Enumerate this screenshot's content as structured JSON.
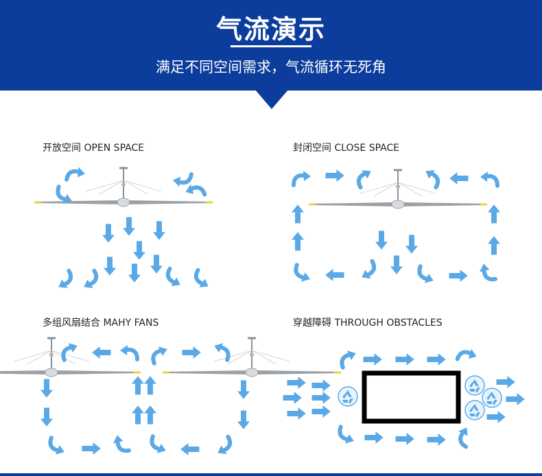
{
  "header": {
    "title": "气流演示",
    "subtitle": "满足不同空间需求，气流循环无死角",
    "background": "#0c3d9c"
  },
  "panels": [
    {
      "id": "open-space",
      "caption": "开放空间  OPEN SPACE"
    },
    {
      "id": "close-space",
      "caption": "封闭空间  CLOSE SPACE"
    },
    {
      "id": "many-fans",
      "caption": "多组风扇结合  MAHY FANS"
    },
    {
      "id": "through-obstacles",
      "caption": "穿越障碍  THROUGH OBSTACLES"
    }
  ],
  "icons": [
    "ceiling-fan-icon",
    "airflow-arrow-icon",
    "curved-airflow-arrow-icon",
    "recycle-icon"
  ],
  "colors": {
    "arrow": "#5aa9e6",
    "blade": "#9aa0a6",
    "blade_tip": "#e6d23c",
    "obstacle_border": "#000000"
  }
}
